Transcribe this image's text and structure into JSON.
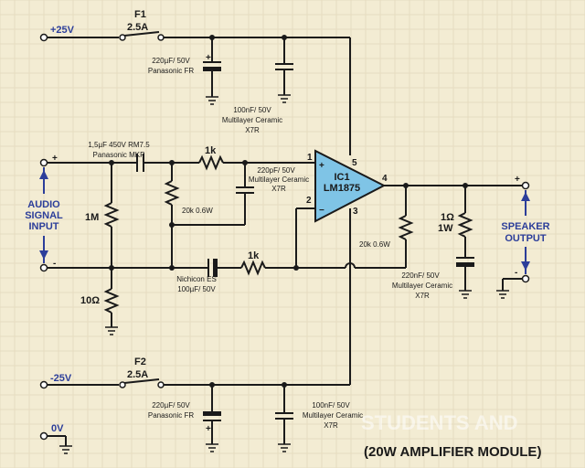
{
  "title": "(20W AMPLIFIER MODULE)",
  "watermark": "STUDENTS AND",
  "rails": {
    "positive": "+25V",
    "negative": "-25V",
    "ground": "0V"
  },
  "fuses": [
    {
      "name": "F1",
      "rating": "2.5A"
    },
    {
      "name": "F2",
      "rating": "2.5A"
    }
  ],
  "input": {
    "line1": "AUDIO",
    "line2": "SIGNAL",
    "line3": "INPUT",
    "plus": "+",
    "minus": "-"
  },
  "output": {
    "line1": "SPEAKER",
    "line2": "OUTPUT",
    "plus": "+",
    "minus": "-"
  },
  "ic": {
    "name1": "IC1",
    "name2": "LM1875",
    "pin_noninv": "+",
    "pin_inv": "−"
  },
  "pins": {
    "p1": "1",
    "p2": "2",
    "p3": "3",
    "p4": "4",
    "p5": "5"
  },
  "components": {
    "c_top1": {
      "line1": "220µF/ 50V",
      "line2": "Panasonic FR"
    },
    "c_top2": {
      "line1": "100nF/ 50V",
      "line2": "Multilayer Ceramic",
      "line3": "X7R"
    },
    "c_in": {
      "line1": "1,5µF 450V RM7.5",
      "line2": "Panasonic MKP"
    },
    "r_in": "1k",
    "c_pf": {
      "line1": "220pF/ 50V",
      "line2": "Multilayer Ceramic",
      "line3": "X7R"
    },
    "r_bias": "20k 0.6W",
    "r_1m": "1M",
    "r_10": "10Ω",
    "c_fb": {
      "line1": "Nichicon ES",
      "line2": "100µF/ 50V"
    },
    "r_fb": "1k",
    "r_fb2": "20k 0.6W",
    "r_zob": {
      "line1": "1Ω",
      "line2": "1W"
    },
    "c_zob": {
      "line1": "220nF/ 50V",
      "line2": "Multilayer Ceramic",
      "line3": "X7R"
    },
    "c_bot1": {
      "line1": "220µF/ 50V",
      "line2": "Panasonic FR"
    },
    "c_bot2": {
      "line1": "100nF/ 50V",
      "line2": "Multilayer Ceramic",
      "line3": "X7R"
    }
  },
  "colors": {
    "background": "#f3ecd3",
    "accent": "#2c3e9a",
    "opamp": "#7fc4e6"
  }
}
